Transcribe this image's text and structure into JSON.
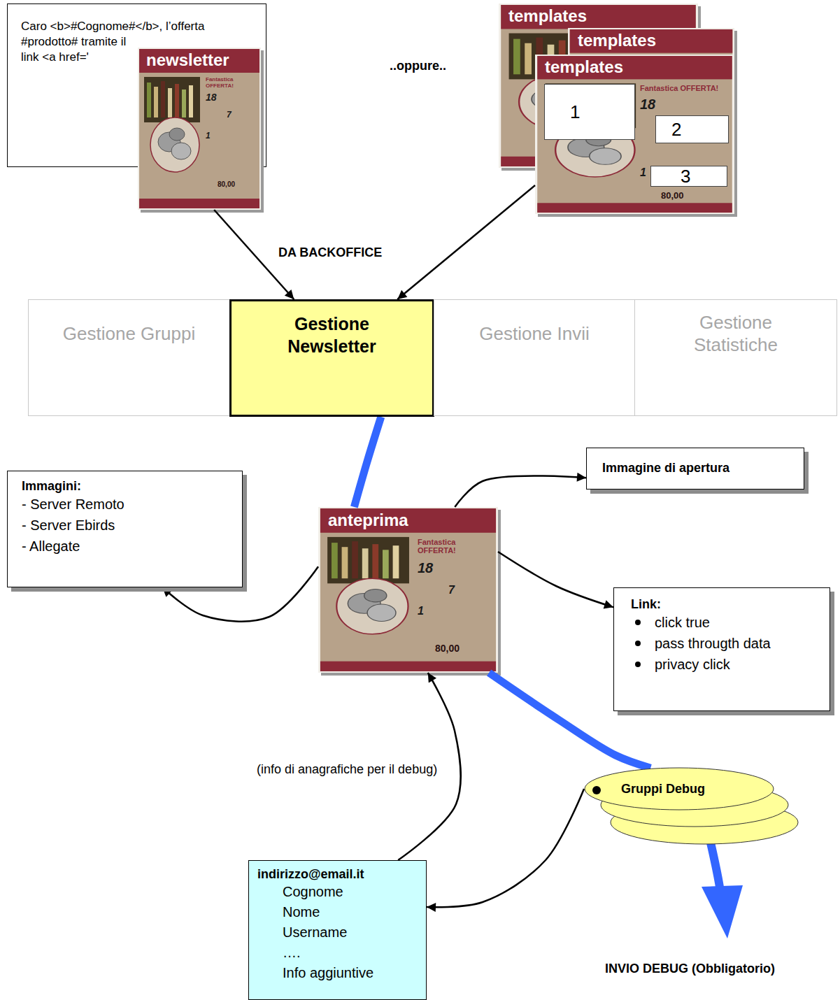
{
  "diagram": {
    "nodes": [
      {
        "text": [
          "Caro <b>#Cognome#</b>, l’offerta #prodotto# tramite il link <a href='"
        ]
      },
      {
        "text": [
          "newsletter",
          "Fantastica OFFERTA!",
          "18",
          "7",
          "1",
          "80,00"
        ]
      },
      {
        "text": [
          "templates"
        ]
      },
      {
        "text": [
          "templates"
        ]
      },
      {
        "text": [
          "templates",
          "Fantastica OFFERTA!",
          "18",
          "1",
          "80,00"
        ]
      },
      {
        "text": [
          "1"
        ],
        "in": 4
      },
      {
        "text": [
          "2"
        ],
        "in": 4
      },
      {
        "text": [
          "3"
        ],
        "in": 4
      },
      {
        "text": [
          "Gestione Gruppi"
        ]
      },
      {
        "text": [
          "Gestione Newsletter"
        ]
      },
      {
        "text": [
          "Gestione Invii"
        ]
      },
      {
        "text": [
          "Gestione Statistiche"
        ]
      },
      {
        "text": [
          "Immagine di apertura"
        ]
      },
      {
        "text": [
          "Immagini:",
          "- Server Remoto",
          "- Server Ebirds",
          "- Allegate"
        ]
      },
      {
        "text": [
          "anteprima",
          "Fantastica OFFERTA!",
          "18",
          "7",
          "1",
          "80,00"
        ]
      },
      {
        "text": [
          "Link:",
          "click true",
          "pass througth data",
          "privacy click"
        ]
      },
      {
        "text": [
          "Gruppi Debug"
        ]
      },
      {
        "text": [
          "indirizzo@email.it",
          "Cognome",
          "Nome",
          "Username",
          "….",
          "Info aggiuntive"
        ]
      }
    ],
    "edges": [
      {
        "from": 1,
        "to": 9,
        "arrow": "to"
      },
      {
        "from": 4,
        "to": 9,
        "arrow": "to"
      },
      {
        "from": 9,
        "to": 14,
        "arrow": "none"
      },
      {
        "from": 14,
        "to": 12,
        "arrow": "to"
      },
      {
        "from": 14,
        "to": 13,
        "arrow": "to"
      },
      {
        "from": 14,
        "to": 15,
        "arrow": "to"
      },
      {
        "from": 14,
        "to": 16,
        "arrow": "none"
      },
      {
        "from": 17,
        "to": 14,
        "arrow": "to"
      },
      {
        "from": 16,
        "to": 17,
        "arrow": "to"
      }
    ],
    "labels": [
      "..oppure..",
      "DA BACKOFFICE",
      "(info di anagrafiche per il debug)",
      "INVIO DEBUG (Obbligatorio)"
    ]
  }
}
